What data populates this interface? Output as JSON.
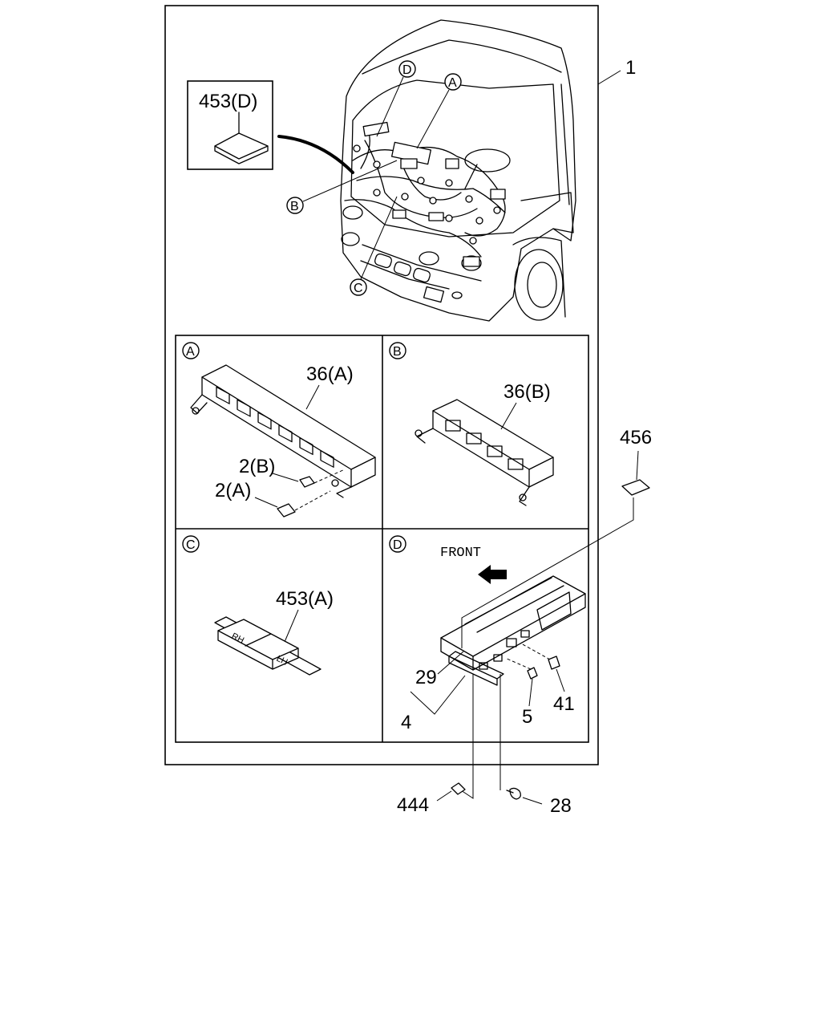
{
  "callouts": {
    "main_assembly": "1",
    "box_a_part": "36(A)",
    "box_a_sub_b": "2(B)",
    "box_a_sub_a": "2(A)",
    "box_b_part": "36(B)",
    "box_c_part": "453(A)",
    "inset_part": "453(D)",
    "part_456": "456",
    "part_29": "29",
    "part_4": "4",
    "part_5": "5",
    "part_41": "41",
    "part_444": "444",
    "part_28": "28"
  },
  "circle_labels": {
    "a": "A",
    "b": "B",
    "c": "C",
    "d": "D"
  },
  "box_d": {
    "front_text": "FRONT"
  },
  "decal_text": {
    "rh": "RH",
    "lh": "LH"
  }
}
